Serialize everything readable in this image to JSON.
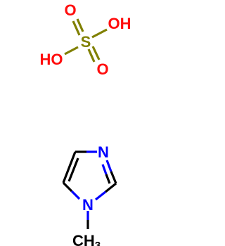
{
  "sulfuric_acid": {
    "oxygen_top": "O",
    "hydroxyl_right": "OH",
    "sulfur": "S",
    "hydroxyl_left": "HO",
    "oxygen_bottom": "O"
  },
  "methylimidazole": {
    "nitrogen_3": "N",
    "nitrogen_1": "N",
    "methyl_c": "CH",
    "methyl_sub": "3"
  },
  "colors": {
    "oxygen": "#ff0d0d",
    "sulfur": "#808000",
    "nitrogen": "#0000ff",
    "carbon": "#000000"
  }
}
